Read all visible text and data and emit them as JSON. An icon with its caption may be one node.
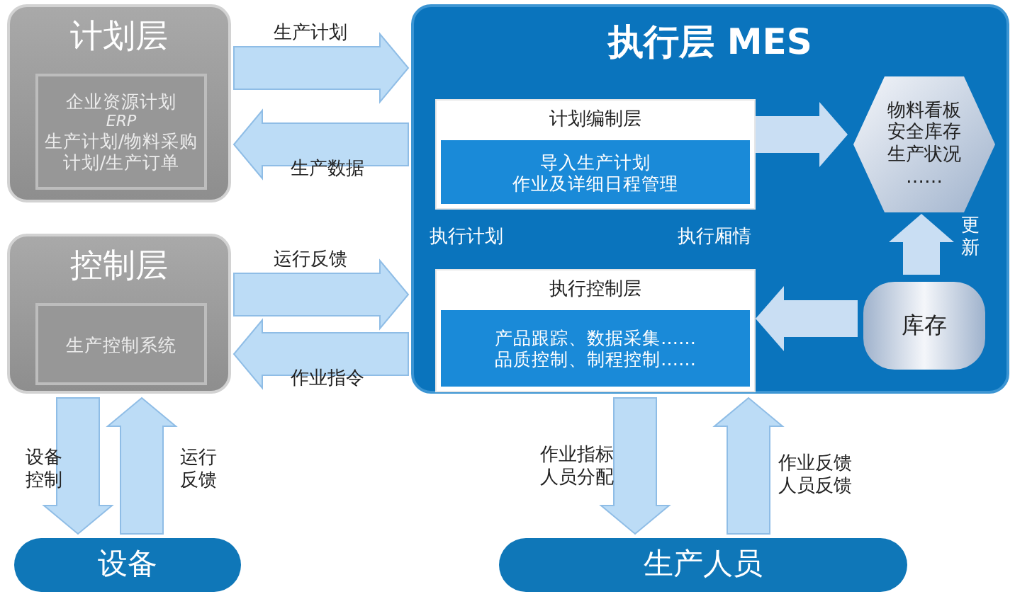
{
  "diagram": {
    "nodes": [
      {
        "text": [
          "计划层"
        ]
      },
      {
        "text": [
          "企业资源计划",
          "ERP",
          "生产计划/物料采购计划/生产订单"
        ],
        "in": 0
      },
      {
        "text": [
          "控制层"
        ]
      },
      {
        "text": [
          "生产控制系统"
        ],
        "in": 2
      },
      {
        "text": [
          "执行层 MES"
        ]
      },
      {
        "text": [
          "计划编制层",
          "导入生产计划",
          "作业及详细日程管理"
        ],
        "in": 4
      },
      {
        "text": [
          "执行控制层",
          "产品跟踪、数据采集……",
          "品质控制、制程控制……"
        ],
        "in": 4
      },
      {
        "text": [
          "物料看板",
          "安全库存",
          "生产状况",
          "……"
        ],
        "in": 4
      },
      {
        "text": [
          "库存"
        ],
        "in": 4
      },
      {
        "text": [
          "设备"
        ]
      },
      {
        "text": [
          "生产人员"
        ]
      }
    ],
    "edges": [
      {
        "from": 0,
        "to": 4,
        "arrow": "to",
        "label": "生产计划"
      },
      {
        "from": 4,
        "to": 0,
        "arrow": "to",
        "label": "生产数据"
      },
      {
        "from": 2,
        "to": 4,
        "arrow": "to",
        "label": "运行反馈"
      },
      {
        "from": 4,
        "to": 2,
        "arrow": "to",
        "label": "作业指令"
      },
      {
        "from": 5,
        "to": 7,
        "arrow": "to"
      },
      {
        "from": 8,
        "to": 7,
        "arrow": "to",
        "label": "更新"
      },
      {
        "from": 8,
        "to": 6,
        "arrow": "to"
      },
      {
        "from": 2,
        "to": 9,
        "arrow": "to",
        "label": "设备控制"
      },
      {
        "from": 9,
        "to": 2,
        "arrow": "to",
        "label": "运行反馈"
      },
      {
        "from": 4,
        "to": 10,
        "arrow": "to",
        "label": "作业指标人员分配"
      },
      {
        "from": 10,
        "to": 4,
        "arrow": "to",
        "label": "作业反馈人员反馈"
      }
    ],
    "labels": [
      "执行计划",
      "执行厢情"
    ]
  }
}
